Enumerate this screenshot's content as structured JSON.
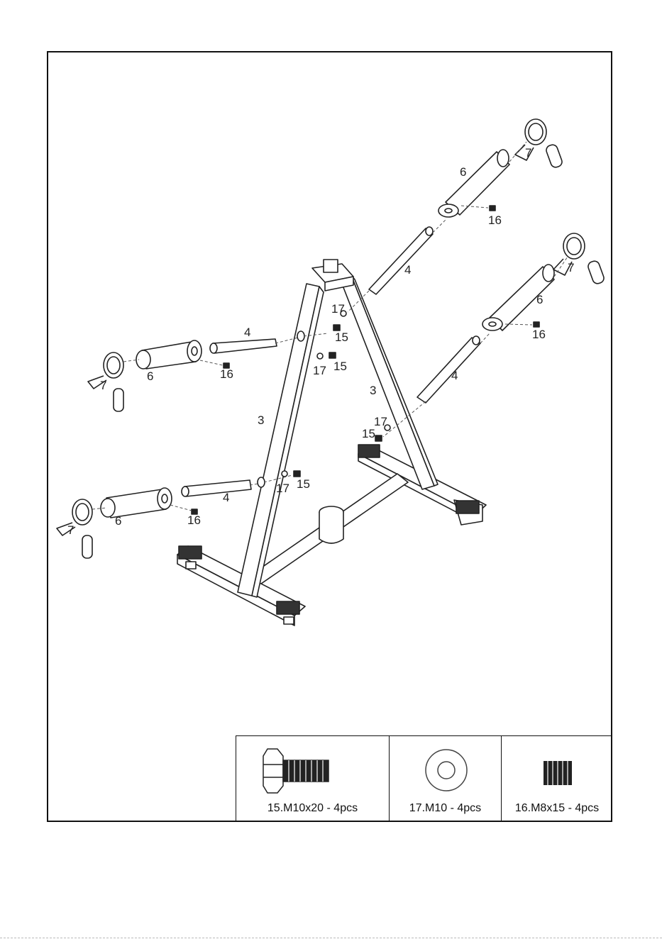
{
  "parts": {
    "p3": "3",
    "p4": "4",
    "p6": "6",
    "p7": "7",
    "p15": "15",
    "p16": "16",
    "p17": "17"
  },
  "hardware": {
    "bolt": "15.M10x20 - 4pcs",
    "washer": "17.M10 - 4pcs",
    "setscrew": "16.M8x15 - 4pcs"
  },
  "icons": [
    "bolt-icon",
    "washer-icon",
    "set-screw-icon"
  ]
}
